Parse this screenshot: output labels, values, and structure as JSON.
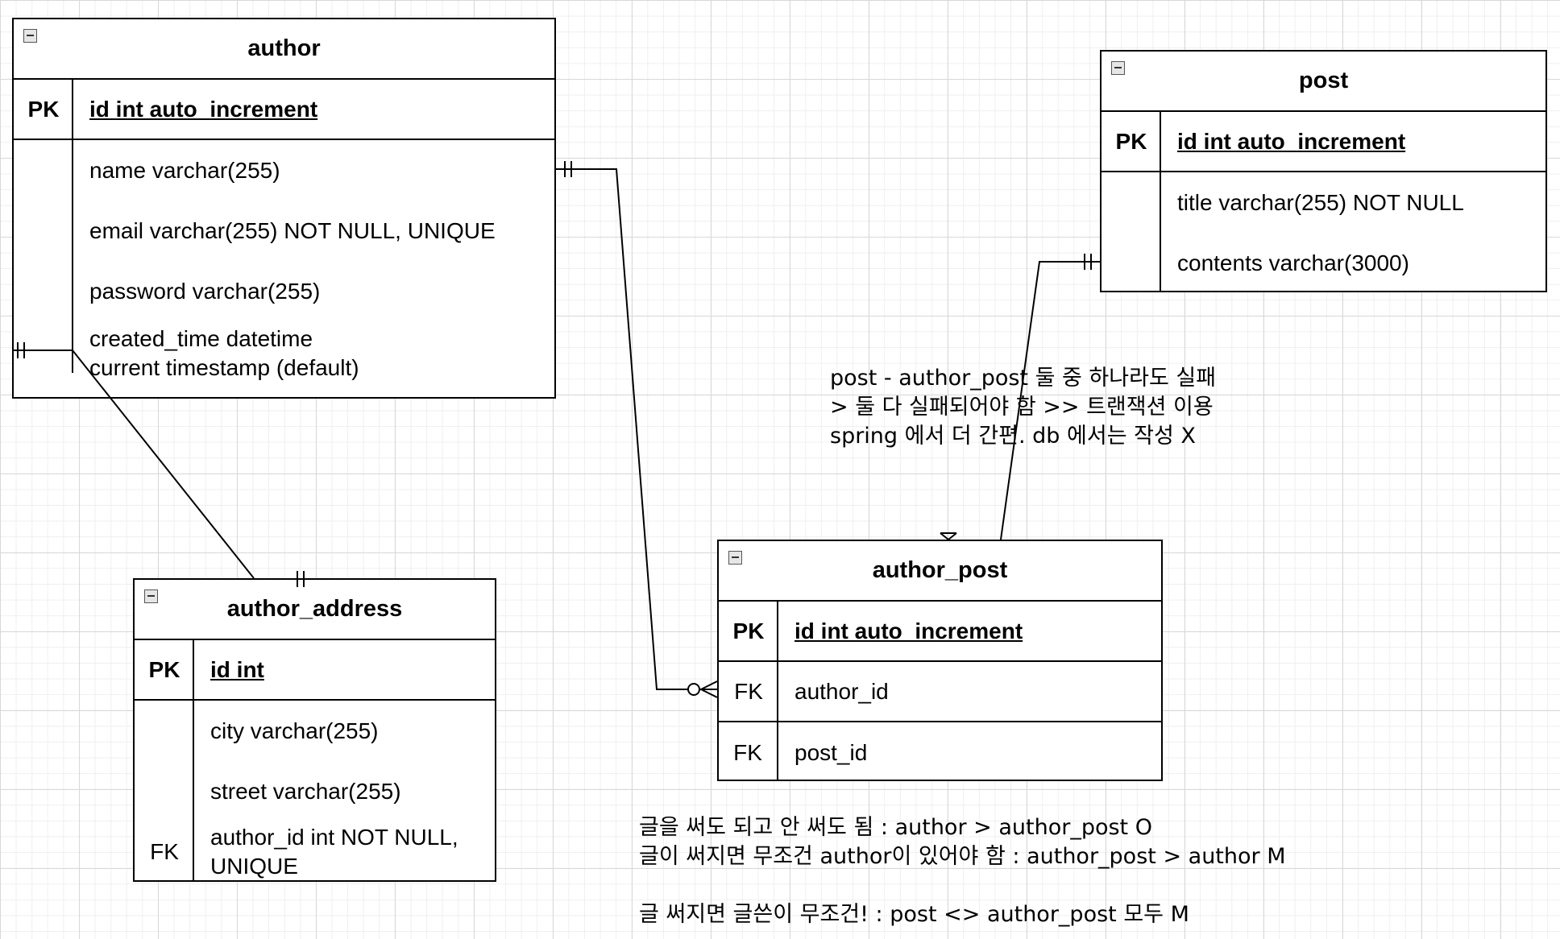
{
  "entities": {
    "author": {
      "title": "author",
      "pk": {
        "key": "PK",
        "field": "id int auto_increment"
      },
      "fields": [
        {
          "key": "",
          "text": "name varchar(255)"
        },
        {
          "key": "",
          "text": "email varchar(255) NOT NULL, UNIQUE"
        },
        {
          "key": "",
          "text": "password varchar(255)"
        },
        {
          "key": "",
          "text": "created_time datetime current timestamp (default)"
        }
      ]
    },
    "post": {
      "title": "post",
      "pk": {
        "key": "PK",
        "field": "id int auto_increment"
      },
      "fields": [
        {
          "key": "",
          "text": "title varchar(255) NOT NULL"
        },
        {
          "key": "",
          "text": "contents varchar(3000)"
        }
      ]
    },
    "author_address": {
      "title": "author_address",
      "pk": {
        "key": "PK",
        "field": "id int"
      },
      "fields": [
        {
          "key": "",
          "text": "city varchar(255)"
        },
        {
          "key": "",
          "text": "street varchar(255)"
        },
        {
          "key": "FK",
          "text": "author_id int NOT NULL, UNIQUE"
        }
      ]
    },
    "author_post": {
      "title": "author_post",
      "pk": {
        "key": "PK",
        "field": "id int auto_increment"
      },
      "fields": [
        {
          "key": "FK",
          "text": "author_id"
        },
        {
          "key": "FK",
          "text": "post_id"
        }
      ]
    }
  },
  "notes": {
    "transaction": [
      "post - author_post 둘 중 하나라도 실패",
      "> 둘 다 실패되어야 함 >> 트랜잭션 이용",
      "spring 에서 더 간편. db 에서는 작성 X"
    ],
    "cardinality": [
      "글을 써도 되고 안 써도 됨 : author > author_post O",
      "글이 써지면 무조건 author이 있어야 함 : author_post > author M",
      "",
      "글 써지면 글쓴이 무조건! : post <> author_post 모두 M"
    ]
  },
  "relationships": [
    {
      "from": "author",
      "to": "author_address",
      "from_end": "mandatory one",
      "to_end": "mandatory one"
    },
    {
      "from": "author",
      "to": "author_post",
      "from_end": "mandatory one",
      "to_end": "zero or many"
    },
    {
      "from": "post",
      "to": "author_post",
      "from_end": "mandatory one",
      "to_end": "one or many"
    }
  ]
}
